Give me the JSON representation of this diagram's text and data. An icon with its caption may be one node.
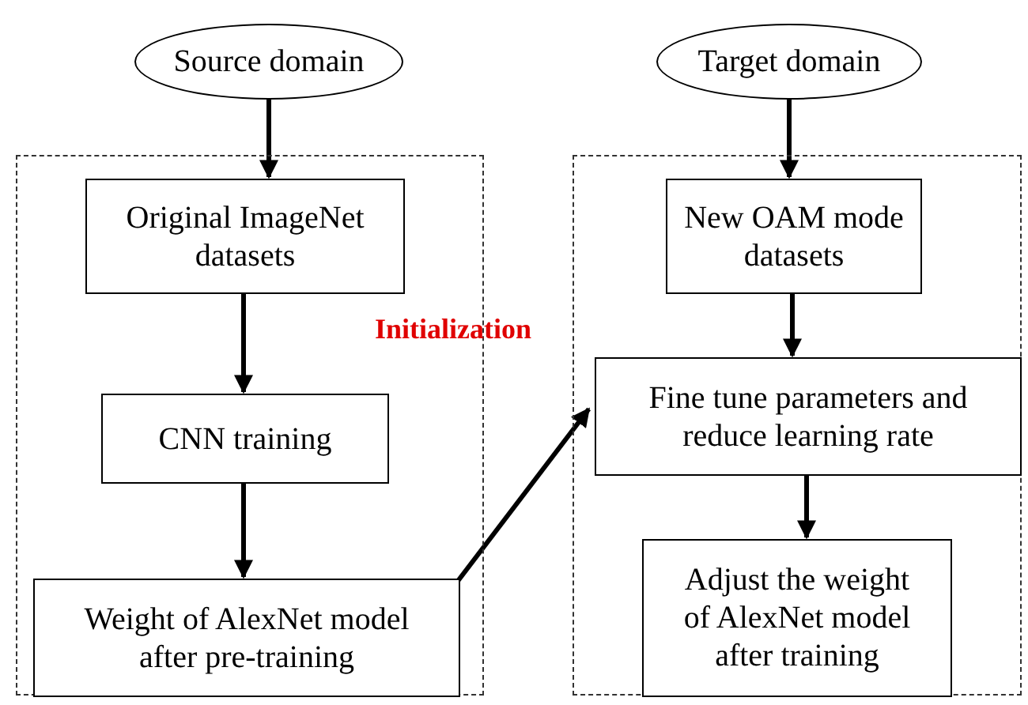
{
  "diagram": {
    "nodes": [
      {
        "text": [
          "Source domain"
        ]
      },
      {
        "text": [],
        "shape": "box"
      },
      {
        "text": [
          "Original ImageNet datasets"
        ],
        "in": 1
      },
      {
        "text": [
          "CNN training"
        ],
        "in": 1
      },
      {
        "text": [
          "Weight of AlexNet model after pre-training"
        ],
        "in": 1
      },
      {
        "text": [
          "Target domain"
        ]
      },
      {
        "text": [],
        "shape": "box"
      },
      {
        "text": [
          "New OAM mode datasets"
        ],
        "in": 6
      },
      {
        "text": [
          "Fine tune parameters and reduce learning rate"
        ],
        "in": 6
      },
      {
        "text": [
          "Adjust the weight of AlexNet model after training"
        ],
        "in": 6
      }
    ],
    "edges": [
      {
        "from": 0,
        "to": 2,
        "arrow": "to"
      },
      {
        "from": 2,
        "to": 3,
        "arrow": "to"
      },
      {
        "from": 3,
        "to": 4,
        "arrow": "to"
      },
      {
        "from": 4,
        "to": 8,
        "arrow": "to"
      },
      {
        "from": 5,
        "to": 7,
        "arrow": "to"
      },
      {
        "from": 7,
        "to": 8,
        "arrow": "to"
      },
      {
        "from": 8,
        "to": 9,
        "arrow": "to"
      }
    ],
    "labels": [
      "Initialization"
    ]
  }
}
